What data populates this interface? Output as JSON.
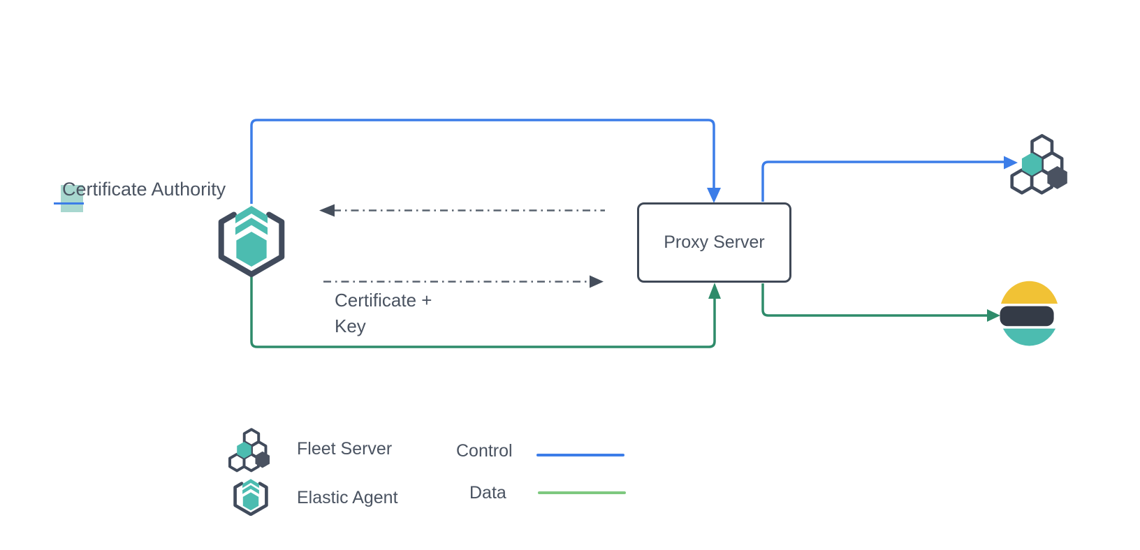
{
  "nodes": {
    "certificate_authority": {
      "label": "Certificate Authority"
    },
    "proxy_server": {
      "label": "Proxy Server"
    },
    "elastic_agent": {
      "icon": "elastic-agent-icon"
    },
    "fleet_server": {
      "icon": "fleet-server-icon"
    },
    "elasticsearch": {
      "icon": "elasticsearch-icon"
    }
  },
  "annotations": {
    "certificate_key": {
      "line1": "Certificate +",
      "line2": "Key"
    }
  },
  "legend": {
    "items": [
      {
        "icon": "fleet-server-icon",
        "label": "Fleet Server"
      },
      {
        "icon": "elastic-agent-icon",
        "label": "Elastic Agent"
      }
    ],
    "lines": [
      {
        "label": "Control",
        "color": "#3c7de8"
      },
      {
        "label": "Data",
        "color": "#7ec87f"
      }
    ]
  },
  "colors": {
    "control_blue": "#3c7de8",
    "data_green": "#2e8b6a",
    "legend_data_green": "#7ec87f",
    "teal": "#4cbcb0",
    "selection_highlight": "#a8d7cf",
    "dark_outline": "#414b5c",
    "text": "#4a5361",
    "dashed_gray": "#59626f",
    "elasticsearch_yellow": "#f1c235",
    "elasticsearch_dark": "#343b47"
  }
}
